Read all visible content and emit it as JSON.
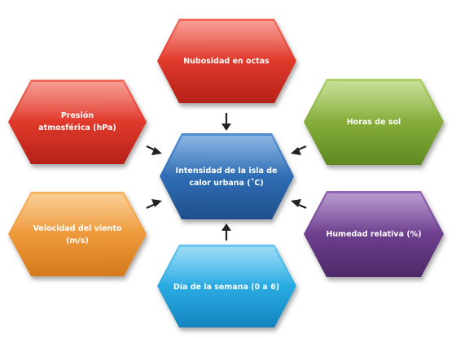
{
  "center": {
    "line1": "Intensidad de la isla de",
    "line2": "calor urbana (˚C)",
    "color": "#2f6db4"
  },
  "nodes": {
    "nubosidad": {
      "line1": "Nubosidad en octas",
      "color": "#e03a2c"
    },
    "presion": {
      "line1": "Presión",
      "line2": "atmosférica (hPa)",
      "color": "#d9342a"
    },
    "horas_sol": {
      "line1": "Horas de sol",
      "color": "#86ad3a"
    },
    "velocidad_viento": {
      "line1": "Velocidad del viento",
      "line2": "(m/s)",
      "color": "#ef9a3a"
    },
    "humedad": {
      "line1": "Humedad relativa (%)",
      "color": "#6d3f8e"
    },
    "dia_semana": {
      "line1": "Día de la semana (0 a 6)",
      "color": "#29abe2"
    }
  }
}
